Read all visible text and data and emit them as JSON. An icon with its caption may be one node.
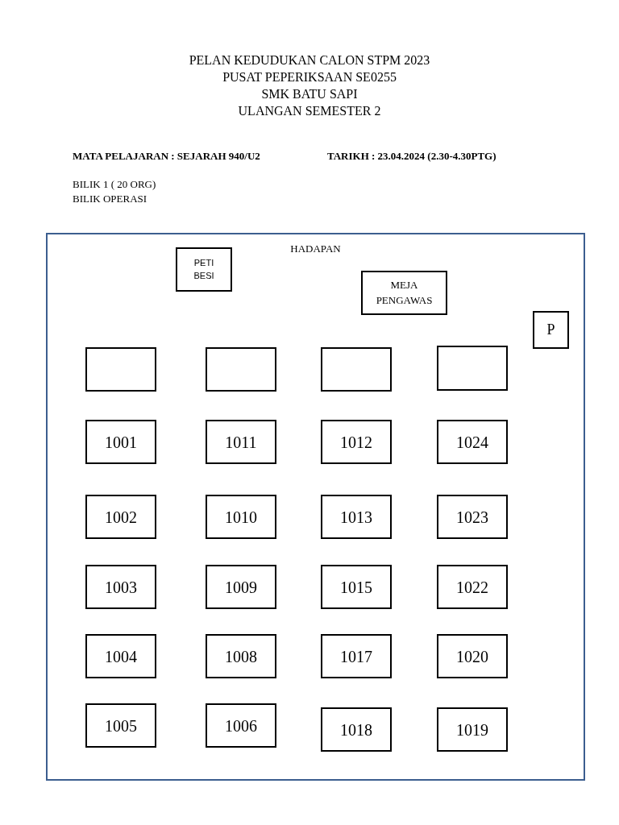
{
  "diagram": {
    "title": "PELAN KEDUDUKAN CALON STPM 2023",
    "nodes": [
      {
        "text": [
          "HADAPAN"
        ]
      },
      {
        "text": [
          "PETI BESI"
        ],
        "in": 0
      },
      {
        "text": [
          "MEJA PENGAWAS"
        ],
        "in": 0
      },
      {
        "text": [
          "P"
        ],
        "in": 0
      },
      {
        "text": [],
        "shape": "box",
        "in": 0
      },
      {
        "text": [],
        "shape": "box",
        "in": 0
      },
      {
        "text": [],
        "shape": "box",
        "in": 0
      },
      {
        "text": [],
        "shape": "box",
        "in": 0
      },
      {
        "text": [
          "1001"
        ],
        "in": 0
      },
      {
        "text": [
          "1011"
        ],
        "in": 0
      },
      {
        "text": [
          "1012"
        ],
        "in": 0
      },
      {
        "text": [
          "1024"
        ],
        "in": 0
      },
      {
        "text": [
          "1002"
        ],
        "in": 0
      },
      {
        "text": [
          "1010"
        ],
        "in": 0
      },
      {
        "text": [
          "1013"
        ],
        "in": 0
      },
      {
        "text": [
          "1023"
        ],
        "in": 0
      },
      {
        "text": [
          "1003"
        ],
        "in": 0
      },
      {
        "text": [
          "1009"
        ],
        "in": 0
      },
      {
        "text": [
          "1015"
        ],
        "in": 0
      },
      {
        "text": [
          "1022"
        ],
        "in": 0
      },
      {
        "text": [
          "1004"
        ],
        "in": 0
      },
      {
        "text": [
          "1008"
        ],
        "in": 0
      },
      {
        "text": [
          "1017"
        ],
        "in": 0
      },
      {
        "text": [
          "1020"
        ],
        "in": 0
      },
      {
        "text": [
          "1005"
        ],
        "in": 0
      },
      {
        "text": [
          "1006"
        ],
        "in": 0
      },
      {
        "text": [
          "1018"
        ],
        "in": 0
      },
      {
        "text": [
          "1019"
        ],
        "in": 0
      }
    ],
    "labels": [
      "PUSAT PEPERIKSAAN SE0255",
      "SMK BATU SAPI",
      "ULANGAN SEMESTER 2",
      "MATA PELAJARAN  : SEJARAH 940/U2",
      "TARIKH : 23.04.2024 (2.30-4.30PTG)",
      "BILIK 1 ( 20 ORG)",
      "BILIK OPERASI"
    ]
  }
}
